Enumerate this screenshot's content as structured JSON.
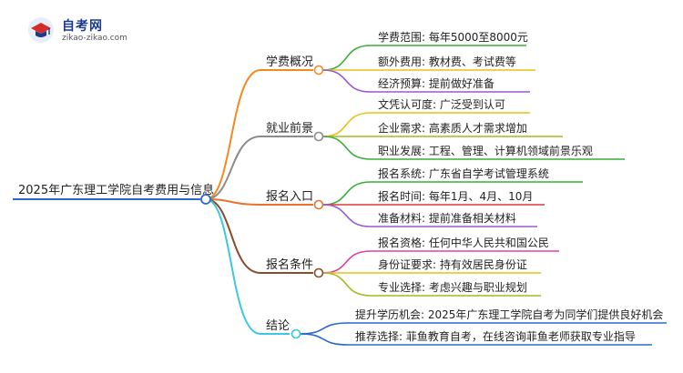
{
  "brand": {
    "name": "自考网",
    "url": "zikao-zikao.com",
    "icon": "graduation-cap-icon"
  },
  "mindmap": {
    "root": "2025年广东理工学院自考费用与信息",
    "branches": [
      {
        "label": "学费概况",
        "color": "#f28a1e",
        "leaves": [
          {
            "text": "学费范围: 每年5000至8000元",
            "color": "#3cae3c"
          },
          {
            "text": "额外费用: 教材费、考试费等",
            "color": "#e8c21a"
          },
          {
            "text": "经济预算: 提前做好准备",
            "color": "#9b59d0"
          }
        ]
      },
      {
        "label": "就业前景",
        "color": "#8c8c8c",
        "leaves": [
          {
            "text": "文凭认可度: 广泛受到认可",
            "color": "#e8c21a"
          },
          {
            "text": "企业需求: 高素质人才需求增加",
            "color": "#a8b820"
          },
          {
            "text": "职业发展: 工程、管理、计算机领域前景乐观",
            "color": "#3cae3c"
          }
        ]
      },
      {
        "label": "报名入口",
        "color": "#e8722a",
        "leaves": [
          {
            "text": "报名系统: 广东省自学考试管理系统",
            "color": "#3cae3c"
          },
          {
            "text": "报名时间: 每年1月、4月、10月",
            "color": "#e03a3a"
          },
          {
            "text": "准备材料: 提前准备相关材料",
            "color": "#9b59d0"
          }
        ]
      },
      {
        "label": "报名条件",
        "color": "#8b4a2a",
        "leaves": [
          {
            "text": "报名资格: 任何中华人民共和国公民",
            "color": "#e0409a"
          },
          {
            "text": "身份证要求: 持有效居民身份证",
            "color": "#e8c21a"
          },
          {
            "text": "专业选择: 考虑兴趣与职业规划",
            "color": "#a8b820"
          }
        ]
      },
      {
        "label": "结论",
        "color": "#3cc8e0",
        "leaves": [
          {
            "text": "提升学历机会: 2025年广东理工学院自考为同学们提供良好机会",
            "color": "#2a6ad0"
          },
          {
            "text": "推荐选择: 菲鱼教育自考，在线咨询菲鱼老师获取专业指导",
            "color": "#2a6ad0"
          }
        ]
      }
    ]
  }
}
